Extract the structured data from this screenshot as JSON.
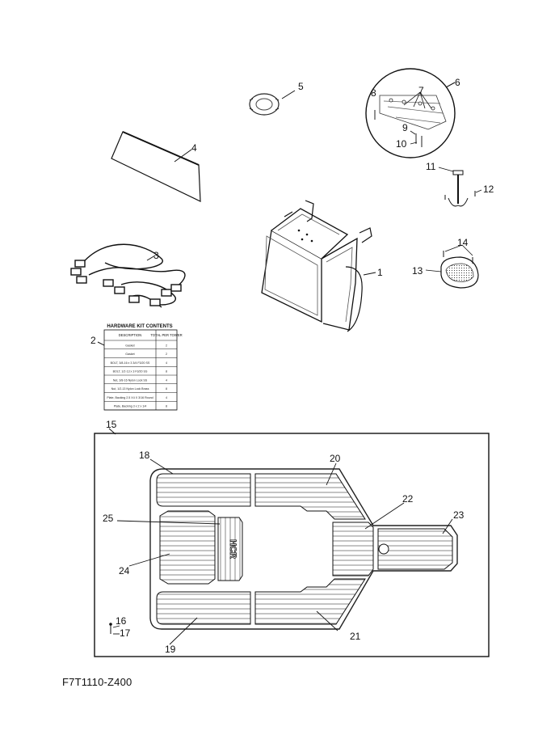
{
  "diagram_code": "F7T1110-Z400",
  "callouts": [
    "1",
    "2",
    "3",
    "4",
    "5",
    "6",
    "7",
    "8",
    "9",
    "10",
    "11",
    "12",
    "13",
    "14",
    "15",
    "16",
    "17",
    "18",
    "19",
    "20",
    "21",
    "22",
    "23",
    "24",
    "25"
  ],
  "hardware_kit": {
    "title": "HARDWARE KIT CONTENTS",
    "col_description": "DESCRIPTION",
    "col_total": "TOTAL PER TOWER",
    "rows": [
      {
        "desc": "Gasket",
        "qty": "2"
      },
      {
        "desc": "Gasket",
        "qty": "2"
      },
      {
        "desc": "BOLT, 3/8-16 x 3 3/4 F3/20 SS",
        "qty": "4"
      },
      {
        "desc": "BOLT, 1/2-13 x 3 F3/20 SS",
        "qty": "8"
      },
      {
        "desc": "Nut, 3/8-16 Nylon Lock SS",
        "qty": "4"
      },
      {
        "desc": "Nut, 1/2-13 Nylon Lock Brass",
        "qty": "8"
      },
      {
        "desc": "Plate, Backing 2.5 X4 X 3/16 Round",
        "qty": "4"
      },
      {
        "desc": "Plate, Backing 3 x 2 x 1/4",
        "qty": "8"
      }
    ]
  },
  "mat_logo_text": "HCR"
}
